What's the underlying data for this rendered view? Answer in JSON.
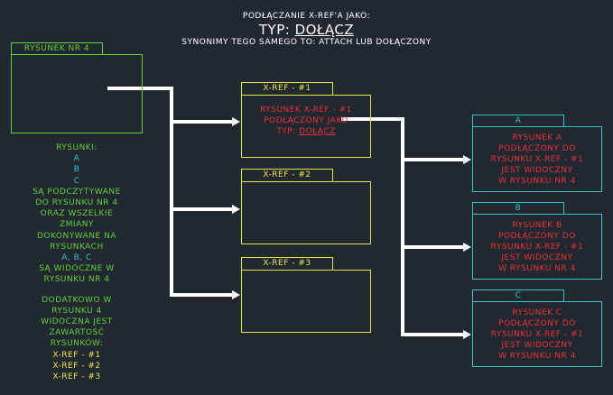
{
  "header": {
    "line1": "PODŁĄCZANIE X-REF'A JAKO:",
    "line2_prefix": "TYP: ",
    "line2_value": "DOŁĄCZ",
    "line3": "SYNONIMY TEGO SAMEGO TO: ATTACH LUB DOŁĄCZONY"
  },
  "drawing": {
    "label": "RYSUNEK NR 4"
  },
  "xrefs": [
    {
      "label": "X-REF - #1",
      "line1": "RYSUNEK X-REF - #1",
      "line2": "PODŁĄCZONY JAKO",
      "line3_prefix": "TYP: ",
      "line3_value": "DOŁĄCZ"
    },
    {
      "label": "X-REF - #2"
    },
    {
      "label": "X-REF - #3"
    }
  ],
  "results": [
    {
      "label": "A",
      "lines": [
        "RYSUNEK A",
        "PODŁĄCZONY DO",
        "RYSUNKU X-REF - #1",
        "JEST WIDOCZNY",
        "W RYSUNKU NR 4"
      ]
    },
    {
      "label": "B",
      "lines": [
        "RYSUNEK B",
        "PODŁĄCZONY DO",
        "RYSUNKU X-REF - #1",
        "JEST WIDOCZNY",
        "W RYSUNKU NR 4"
      ]
    },
    {
      "label": "C",
      "lines": [
        "RYSUNEK C",
        "PODŁĄCZONY DO",
        "RYSUNKU X-REF - #1",
        "JEST WIDOCZNY",
        "W RYSUNKU NR 4"
      ]
    }
  ],
  "notes": {
    "block1": [
      "RYSUNKI:"
    ],
    "block1_cyan": [
      "A",
      "B",
      "C"
    ],
    "block2": [
      "SĄ PODCZYTYWANE",
      "DO RYSUNKU NR 4",
      "ORAZ WSZELKIE",
      "ZMIANY",
      "DOKONYWANE NA",
      "RYSUNKACH"
    ],
    "block2_cyan": [
      "A, B, C"
    ],
    "block3": [
      "SĄ WIDOCZNE W",
      "RYSUNKU NR 4"
    ],
    "block4": [
      "DODATKOWO W",
      "RYSUNKU 4",
      "WIDOCZNA JEST",
      "ZAWARTOŚĆ",
      "RYSUNKÓW:"
    ],
    "block4_yellow": [
      "X-REF - #1",
      "X-REF - #2",
      "X-REF - #3"
    ]
  },
  "colors": {
    "background": "#212830",
    "green": "#5fcf3c",
    "yellow": "#e8e24a",
    "cyan": "#2ec5c9",
    "red": "#e8303a",
    "white": "#ffffff"
  }
}
